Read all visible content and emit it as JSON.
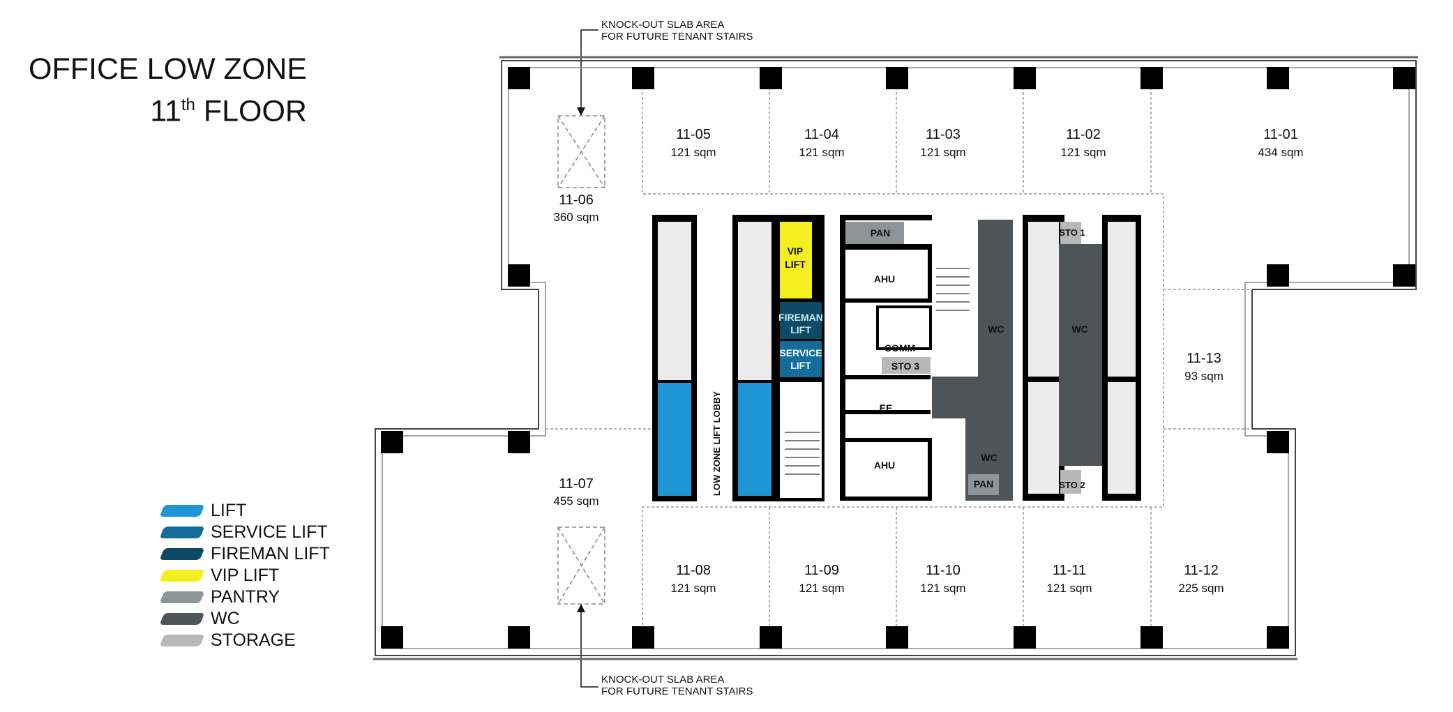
{
  "title": {
    "line1": "OFFICE LOW ZONE",
    "floor_num": "11",
    "floor_sup": "th",
    "floor_word": "FLOOR"
  },
  "notes": {
    "top": {
      "line1": "KNOCK-OUT SLAB AREA",
      "line2": "FOR FUTURE TENANT STAIRS"
    },
    "bottom": {
      "line1": "KNOCK-OUT SLAB AREA",
      "line2": "FOR FUTURE TENANT STAIRS"
    }
  },
  "units": [
    {
      "id": "11-01",
      "area": "434 sqm"
    },
    {
      "id": "11-02",
      "area": "121 sqm"
    },
    {
      "id": "11-03",
      "area": "121 sqm"
    },
    {
      "id": "11-04",
      "area": "121 sqm"
    },
    {
      "id": "11-05",
      "area": "121 sqm"
    },
    {
      "id": "11-06",
      "area": "360 sqm"
    },
    {
      "id": "11-07",
      "area": "455 sqm"
    },
    {
      "id": "11-08",
      "area": "121 sqm"
    },
    {
      "id": "11-09",
      "area": "121 sqm"
    },
    {
      "id": "11-10",
      "area": "121 sqm"
    },
    {
      "id": "11-11",
      "area": "121 sqm"
    },
    {
      "id": "11-12",
      "area": "225 sqm"
    },
    {
      "id": "11-13",
      "area": "93 sqm"
    }
  ],
  "core_labels": {
    "vip_lift_1": "VIP",
    "vip_lift_2": "LIFT",
    "fireman_1": "FIREMAN",
    "fireman_2": "LIFT",
    "service_1": "SERVICE",
    "service_2": "LIFT",
    "pan": "PAN",
    "ahu": "AHU",
    "comm": "COMM",
    "sto3": "STO 3",
    "ee": "EE",
    "wc": "WC",
    "sto1": "STO 1",
    "sto2": "STO 2",
    "lobby": "LOW ZONE LIFT LOBBY"
  },
  "legend": [
    {
      "label": "LIFT",
      "color": "#1e96d6"
    },
    {
      "label": "SERVICE LIFT",
      "color": "#136d9a"
    },
    {
      "label": "FIREMAN LIFT",
      "color": "#0d4a66"
    },
    {
      "label": "VIP LIFT",
      "color": "#f2ef1c"
    },
    {
      "label": "PANTRY",
      "color": "#8e9599"
    },
    {
      "label": "WC",
      "color": "#4d5558"
    },
    {
      "label": "STORAGE",
      "color": "#b8b8b8"
    }
  ],
  "colors": {
    "lift": "#1e96d6",
    "service_lift": "#136d9a",
    "fireman_lift": "#0d4a66",
    "vip_lift": "#f2ef1c",
    "pantry": "#8e9599",
    "wc": "#4d5558",
    "storage": "#b8b8b8",
    "shaft": "#ececec",
    "wall": "#000000"
  }
}
